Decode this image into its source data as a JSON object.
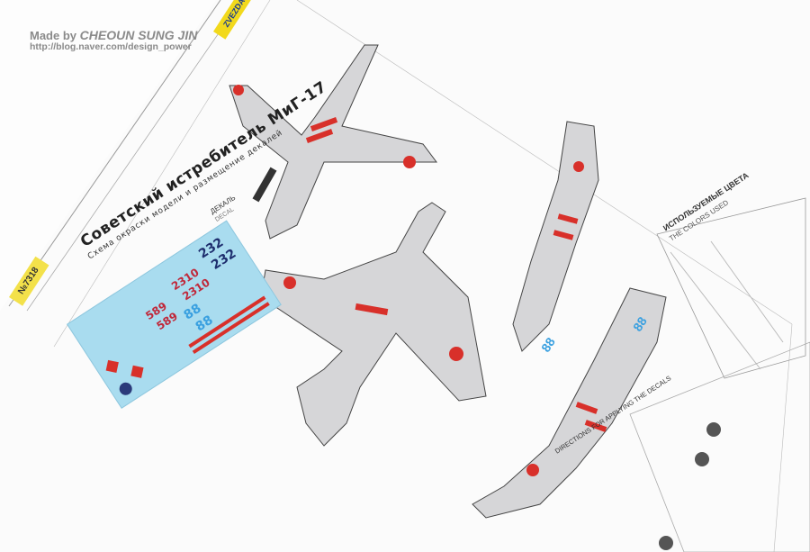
{
  "watermark": {
    "made_by": "Made by",
    "author": "CHEOUN SUNG JIN",
    "url": "http://blog.naver.com/design_power"
  },
  "sheet": {
    "title": "Советский истребитель МиГ-17",
    "subtitle": "Схема окраски модели и размещение декалей",
    "kit_number": "№7318",
    "brand": "ZVEZDA",
    "decal_label": "ДЕКАЛЬ",
    "decal_label_en": "DECAL",
    "decal_numbers": [
      "232",
      "232",
      "2310",
      "2310",
      "589",
      "589",
      "88",
      "88"
    ],
    "colors_title": "ИСПОЛЬЗУЕМЫЕ ЦВЕТА",
    "colors_subtitle": "THE COLORS USED",
    "directions": "DIRECTIONS FOR APPLYING THE DECALS",
    "aircraft_code": "88"
  },
  "colors": {
    "decal_bg": "#a9dcef",
    "star_red": "#d8302a",
    "stripe_red": "#d8302a",
    "aircraft_gray": "#d6d6d8",
    "number_blue": "#3aa0e0",
    "navy": "#1e2e6e",
    "brand_yellow": "#f2d91c"
  }
}
